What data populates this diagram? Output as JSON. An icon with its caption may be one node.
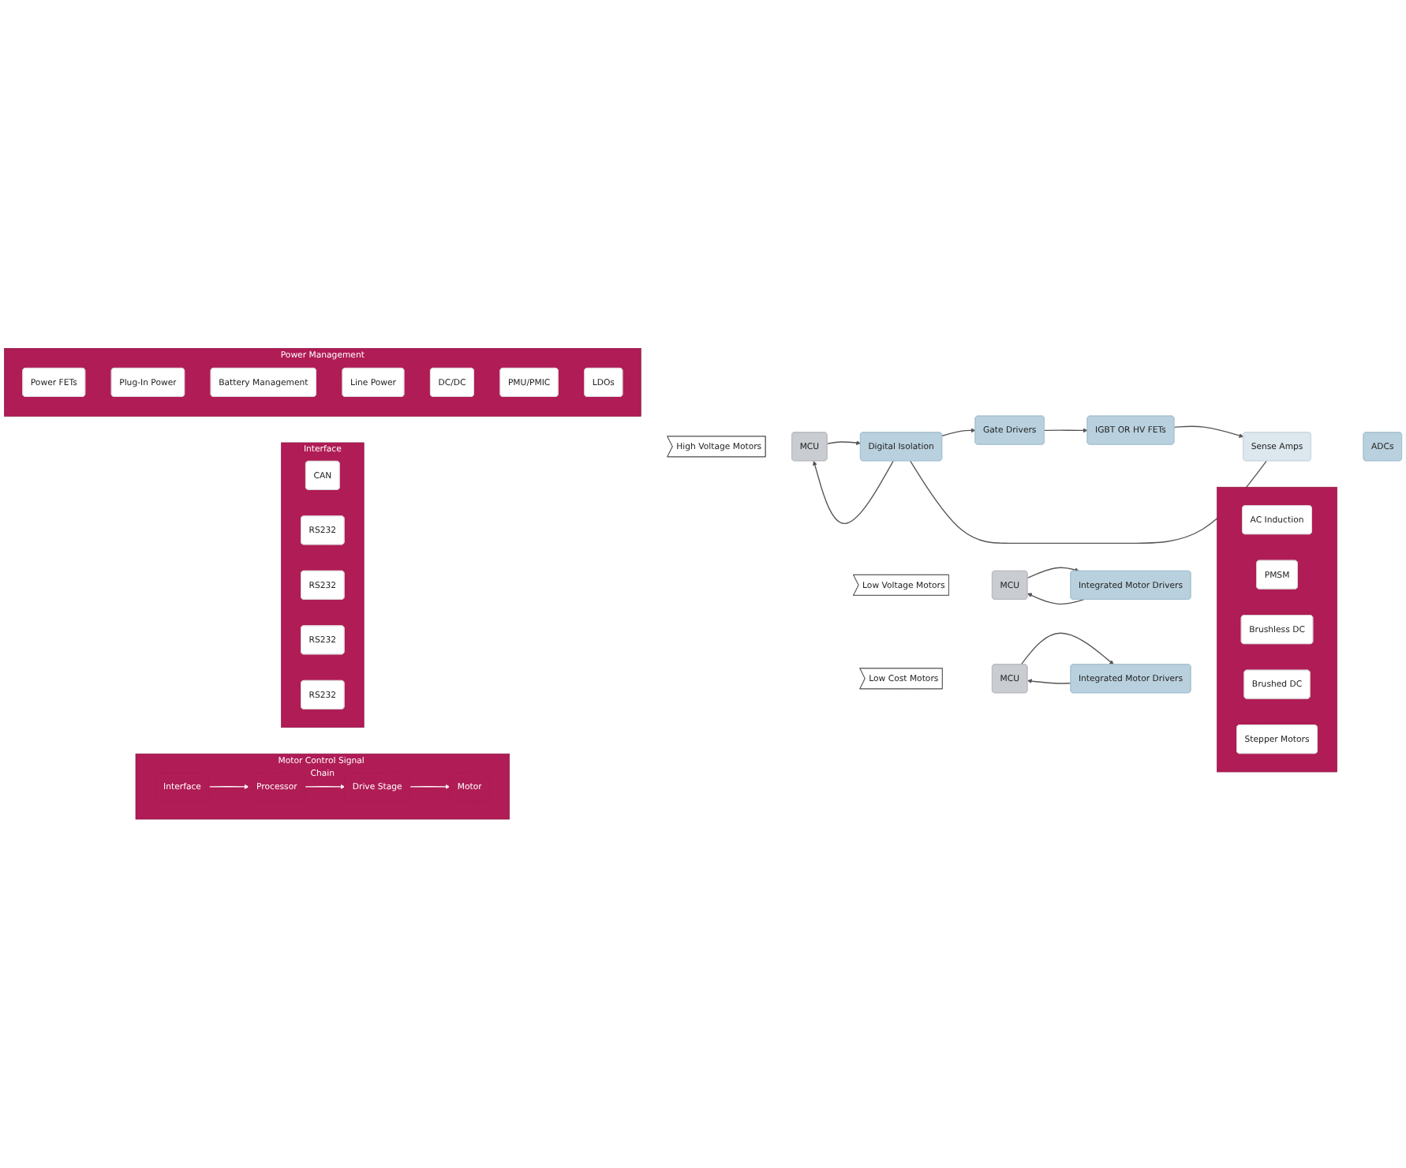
{
  "diagram": {
    "nodes": [
      {
        "text": [
          "Motor Control Signal Chain"
        ]
      },
      {
        "text": [
          "Interface"
        ],
        "in": 0
      },
      {
        "text": [
          "Processor"
        ],
        "in": 0
      },
      {
        "text": [
          "Drive Stage"
        ],
        "in": 0
      },
      {
        "text": [
          "Motor"
        ],
        "in": 0
      },
      {
        "text": [
          "Interface"
        ]
      },
      {
        "text": [
          "CAN"
        ],
        "in": 5
      },
      {
        "text": [
          "RS232"
        ],
        "in": 5
      },
      {
        "text": [
          "RS232"
        ],
        "in": 5
      },
      {
        "text": [
          "RS232"
        ],
        "in": 5
      },
      {
        "text": [
          "RS232"
        ],
        "in": 5
      },
      {
        "text": [
          "High Voltage Motors"
        ]
      },
      {
        "text": [
          "MCU"
        ]
      },
      {
        "text": [
          "Digital Isolation"
        ]
      },
      {
        "text": [
          "Sense Amps"
        ]
      },
      {
        "text": [
          "ADCs"
        ]
      },
      {
        "text": [
          "IGBT OR HV FETs"
        ]
      },
      {
        "text": [
          "Gate Drivers"
        ]
      },
      {
        "text": [
          "Low Voltage Motors"
        ]
      },
      {
        "text": [
          "MCU"
        ]
      },
      {
        "text": [
          "Integrated Motor Drivers"
        ]
      },
      {
        "text": [
          "Low Cost Motors"
        ]
      },
      {
        "text": [
          "MCU"
        ]
      },
      {
        "text": [
          "Integrated Motor Drivers"
        ]
      },
      {
        "text": [],
        "shape": "box"
      },
      {
        "text": [
          "AC Induction"
        ],
        "in": 24
      },
      {
        "text": [
          "PMSM"
        ],
        "in": 24
      },
      {
        "text": [
          "Brushless DC"
        ],
        "in": 24
      },
      {
        "text": [
          "Brushed DC"
        ],
        "in": 24
      },
      {
        "text": [
          "Stepper Motors"
        ],
        "in": 24
      },
      {
        "text": [
          "Power Management"
        ]
      },
      {
        "text": [
          "Power FETs"
        ],
        "in": 30
      },
      {
        "text": [
          "Plug-In Power"
        ],
        "in": 30
      },
      {
        "text": [
          "Battery Management"
        ],
        "in": 30
      },
      {
        "text": [
          "Line Power"
        ],
        "in": 30
      },
      {
        "text": [
          "DC/DC"
        ],
        "in": 30
      },
      {
        "text": [
          "PMU/PMIC"
        ],
        "in": 30
      },
      {
        "text": [
          "LDOs"
        ],
        "in": 30
      }
    ],
    "edges": [
      {
        "from": 1,
        "to": 2,
        "arrow": "to",
        "color": "#ffffff"
      },
      {
        "from": 2,
        "to": 3,
        "arrow": "to",
        "color": "#ffffff"
      },
      {
        "from": 3,
        "to": 4,
        "arrow": "to",
        "color": "#ffffff"
      },
      {
        "from": 13,
        "to": 12,
        "arrow": "to"
      },
      {
        "from": 12,
        "to": 13,
        "arrow": "to"
      },
      {
        "from": 13,
        "to": 17,
        "arrow": "to"
      },
      {
        "from": 17,
        "to": 16,
        "arrow": "to"
      },
      {
        "from": 16,
        "to": 14,
        "arrow": "to"
      },
      {
        "from": 14,
        "to": 13,
        "arrow": "none"
      },
      {
        "from": 20,
        "to": 19,
        "arrow": "to"
      },
      {
        "from": 19,
        "to": 20,
        "arrow": "to"
      },
      {
        "from": 23,
        "to": 22,
        "arrow": "to"
      },
      {
        "from": 22,
        "to": 23,
        "arrow": "to"
      }
    ]
  }
}
